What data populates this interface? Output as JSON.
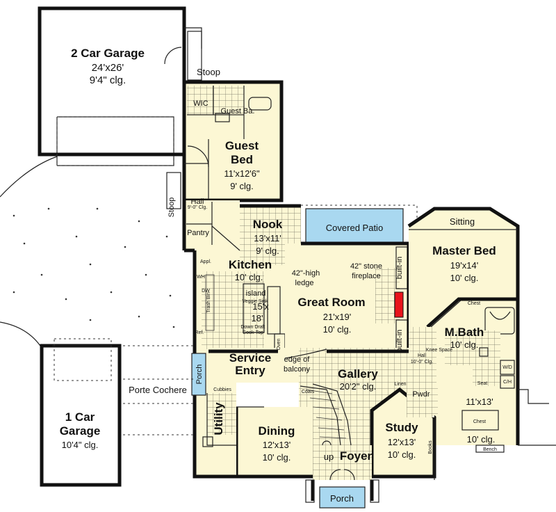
{
  "rooms": {
    "garage2": {
      "name": "2 Car Garage",
      "dims": "24'x26'",
      "ceiling": "9'4\" clg."
    },
    "stoop_top": "Stoop",
    "wic": "WIC",
    "guest_bath": "Guest Ba.",
    "guest_bed": {
      "name1": "Guest",
      "name2": "Bed",
      "dims": "11'x12'6\"",
      "ceiling": "9' clg."
    },
    "stoop_side": "Stoop",
    "hall_small": {
      "name": "Hall",
      "ceiling": "9'-0\" Clg."
    },
    "pantry": "Pantry",
    "nook": {
      "name": "Nook",
      "dims": "13'x11'",
      "ceiling": "9' clg."
    },
    "kitchen": {
      "name": "Kitchen",
      "ceiling": "10' clg."
    },
    "island": {
      "name": "island",
      "dims1": "15'x",
      "dims2": "18'"
    },
    "ledge": {
      "line1": "42\"-high",
      "line2": "ledge"
    },
    "covered_patio": "Covered Patio",
    "fireplace": {
      "line1": "42\" stone",
      "line2": "fireplace"
    },
    "builtin": "built-in",
    "great_room": {
      "name": "Great Room",
      "dims": "21'x19'",
      "ceiling": "10' clg."
    },
    "sitting": "Sitting",
    "master_bed": {
      "name": "Master Bed",
      "dims": "19'x14'",
      "ceiling": "10' clg."
    },
    "chest_small": "Chest",
    "mbath": {
      "name": "M.Bath",
      "ceiling": "10' clg."
    },
    "closet": {
      "dims": "11'x13'",
      "ceiling": "10' clg.",
      "chest": "Chest",
      "bench": "Bench"
    },
    "hall_master": {
      "name": "Hall",
      "ceiling": "10'-0\" Clg."
    },
    "service_entry": {
      "line1": "Service",
      "line2": "Entry"
    },
    "edge_balcony": {
      "line1": "edge of",
      "line2": "balcony"
    },
    "gallery": {
      "name": "Gallery",
      "dims": "20'2\" clg."
    },
    "porch_side": "Porch",
    "porte_cochere": "Porte Cochere",
    "garage1": {
      "name1": "1 Car",
      "name2": "Garage",
      "ceiling": "10'4\" clg."
    },
    "utility": "Utility",
    "dining": {
      "name": "Dining",
      "dims": "12'x13'",
      "ceiling": "10' clg."
    },
    "study": {
      "name": "Study",
      "dims": "12'x13'",
      "ceiling": "10' clg."
    },
    "foyer": "Foyer",
    "up": "up",
    "porch_front": "Porch",
    "pwdr": "Pwdr",
    "fixtures": {
      "dw": "DW",
      "trash": "Trash Bin",
      "oven": "Oven",
      "cooktop1": "Down Draft",
      "cooktop2": "Cook-Top",
      "veggie": "Veggie Sink",
      "appliance": "Appl.",
      "wh": "WH",
      "ref": "Ref.",
      "coats": "Coats",
      "cubbies": "Cubbies",
      "linen": "Linen",
      "knee": "Knee Space",
      "wm": "W/D",
      "cr": "C/H",
      "seat": "Seat",
      "books": "Books"
    }
  },
  "colors": {
    "room_fill": "#fcf7d4",
    "patio_fill": "#a9d8f0",
    "fireplace": "#e8141c",
    "wall": "#111111"
  }
}
